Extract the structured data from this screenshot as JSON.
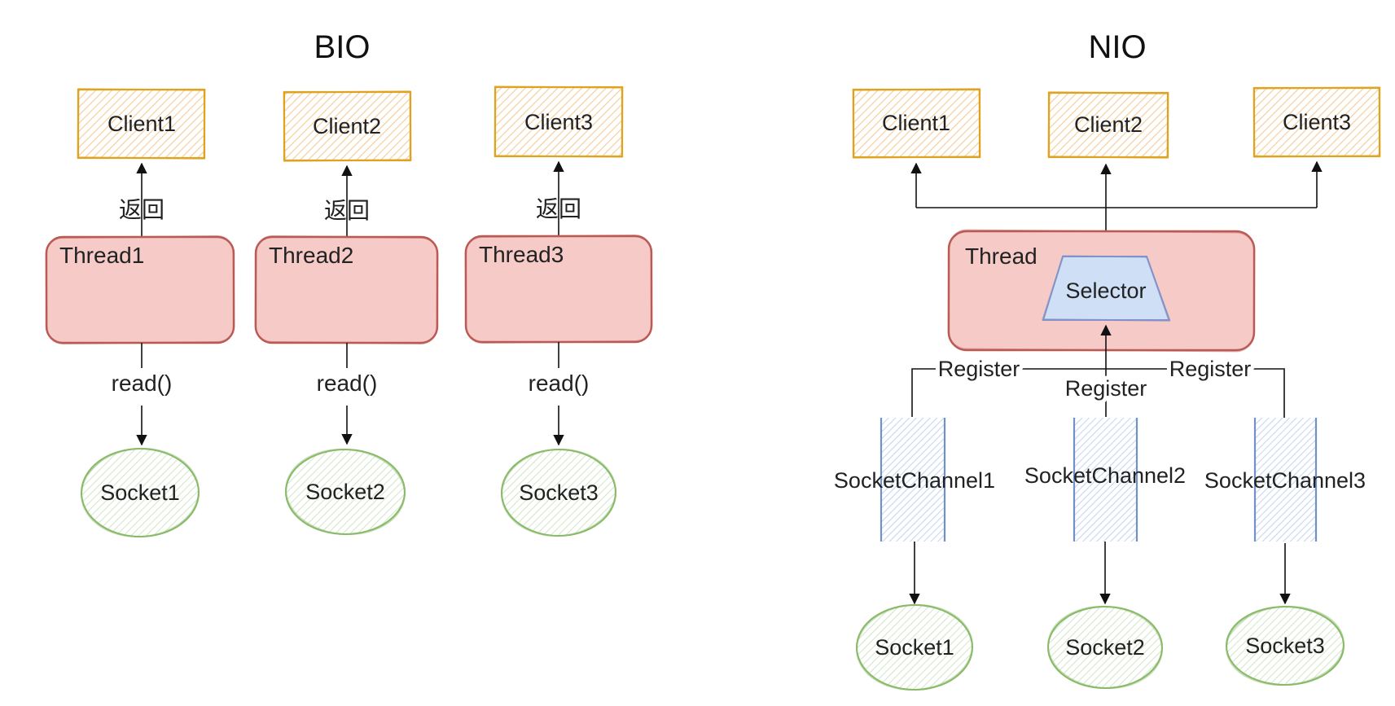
{
  "bio": {
    "title": "BIO",
    "clients": [
      "Client1",
      "Client2",
      "Client3"
    ],
    "threads": [
      "Thread1",
      "Thread2",
      "Thread3"
    ],
    "sockets": [
      "Socket1",
      "Socket2",
      "Socket3"
    ],
    "return_label": "返回",
    "read_label": "read()"
  },
  "nio": {
    "title": "NIO",
    "clients": [
      "Client1",
      "Client2",
      "Client3"
    ],
    "thread_label": "Thread",
    "selector_label": "Selector",
    "register_label": "Register",
    "channels": [
      "SocketChannel1",
      "SocketChannel2",
      "SocketChannel3"
    ],
    "sockets": [
      "Socket1",
      "Socket2",
      "Socket3"
    ]
  },
  "colors": {
    "client_border": "#dfa320",
    "client_hatch": "#f4cf9e",
    "thread_fill": "#f6cbc7",
    "thread_border": "#bb5a55",
    "socket_border": "#88ba68",
    "socket_hatch": "#d2e5c8",
    "channel_border": "#7191c9",
    "channel_hatch": "#c3d4ec",
    "selector_fill": "#cfdff5",
    "selector_border": "#8292c8",
    "line": "#111111",
    "text": "#222222"
  }
}
